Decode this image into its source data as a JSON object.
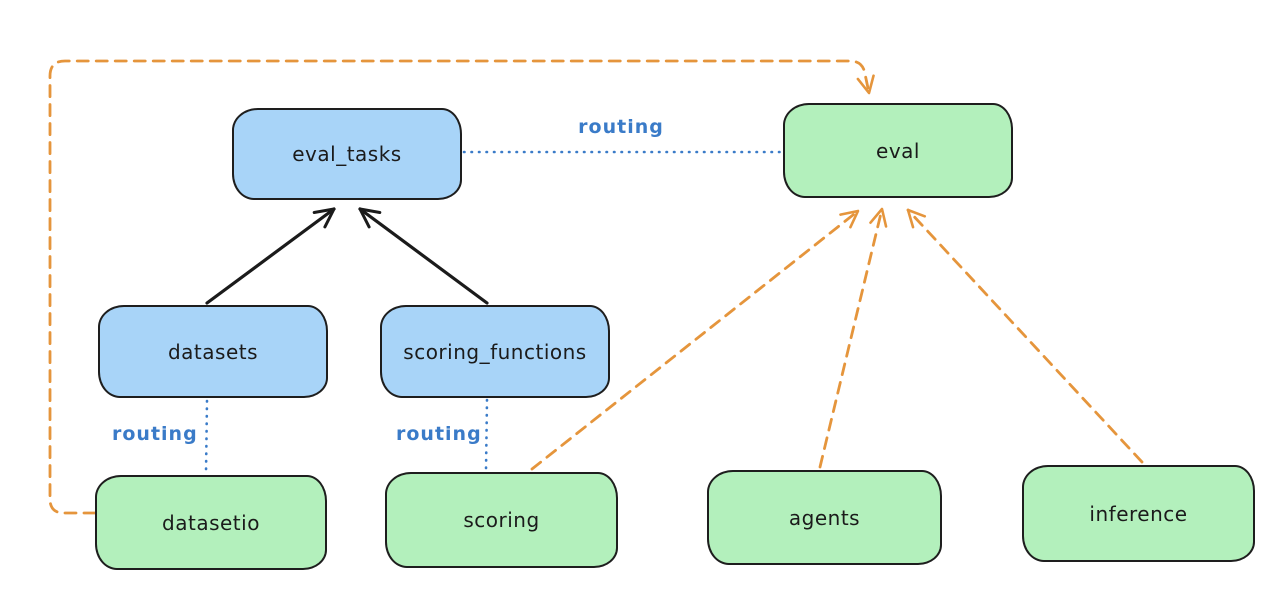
{
  "diagram": {
    "background": "#ffffff",
    "colors": {
      "blue_fill": "#a8d4f8",
      "green_fill": "#b3f0bc",
      "node_stroke": "#1e1e1e",
      "edge_black": "#1b1b1b",
      "edge_blue": "#3a7bc8",
      "edge_orange": "#e5953c",
      "text_color": "#1b1b1b"
    },
    "nodes": {
      "eval_tasks": {
        "label": "eval_tasks",
        "fill": "blue"
      },
      "eval": {
        "label": "eval",
        "fill": "green"
      },
      "datasets": {
        "label": "datasets",
        "fill": "blue"
      },
      "scoring_functions": {
        "label": "scoring_functions",
        "fill": "blue"
      },
      "datasetio": {
        "label": "datasetio",
        "fill": "green"
      },
      "scoring": {
        "label": "scoring",
        "fill": "green"
      },
      "agents": {
        "label": "agents",
        "fill": "green"
      },
      "inference": {
        "label": "inference",
        "fill": "green"
      }
    },
    "edge_labels": {
      "eval_tasks_eval": "routing",
      "datasets_datasetio": "routing",
      "scoring_functions_scoring": "routing"
    },
    "connections": [
      {
        "from": "datasets",
        "to": "eval_tasks",
        "style": "solid-arrow",
        "color": "black"
      },
      {
        "from": "scoring_functions",
        "to": "eval_tasks",
        "style": "solid-arrow",
        "color": "black"
      },
      {
        "from": "eval_tasks",
        "to": "eval",
        "style": "dotted-line",
        "color": "blue",
        "label": "routing"
      },
      {
        "from": "datasets",
        "to": "datasetio",
        "style": "dotted-line",
        "color": "blue",
        "label": "routing"
      },
      {
        "from": "scoring_functions",
        "to": "scoring",
        "style": "dotted-line",
        "color": "blue",
        "label": "routing"
      },
      {
        "from": "datasetio",
        "to": "eval",
        "style": "dashed-arrow",
        "color": "orange"
      },
      {
        "from": "scoring",
        "to": "eval",
        "style": "dashed-arrow",
        "color": "orange"
      },
      {
        "from": "agents",
        "to": "eval",
        "style": "dashed-arrow",
        "color": "orange"
      },
      {
        "from": "inference",
        "to": "eval",
        "style": "dashed-arrow",
        "color": "orange"
      }
    ]
  }
}
